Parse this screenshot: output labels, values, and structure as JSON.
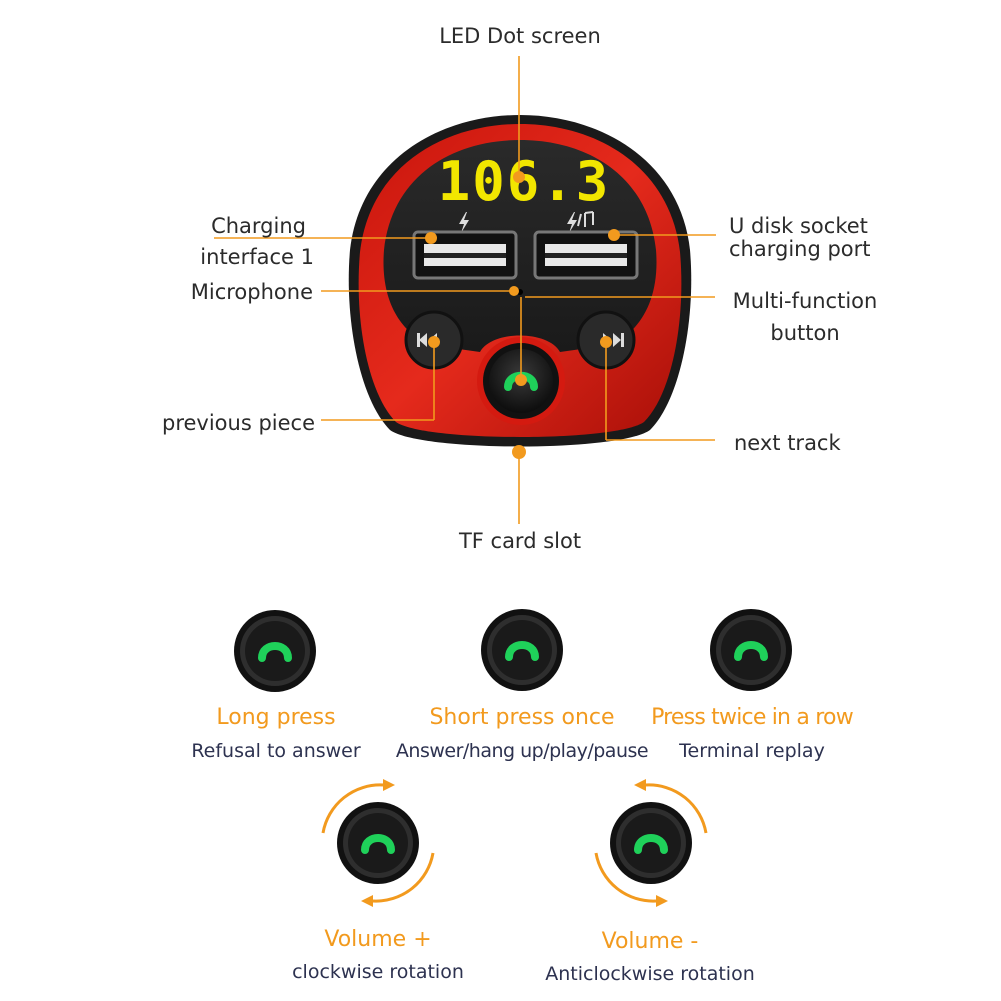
{
  "device": {
    "display_value": "106.3",
    "display_color": "#f2e600",
    "shell_color": "#e02418",
    "accent_color": "#f29a1e",
    "call_button_color": "#1fd15a",
    "usb_left_icon": "lightning-icon",
    "usb_right_icon": "lightning-music-icon"
  },
  "callouts": {
    "led_screen": "LED Dot screen",
    "charging_interface_line1": "Charging",
    "charging_interface_line2": "interface 1",
    "microphone": "Microphone",
    "previous": "previous piece",
    "usb_disk_line1": "U disk socket",
    "usb_disk_line2": "charging port",
    "multifunction_line1": "Multi-function",
    "multifunction_line2": "button",
    "next": "next track",
    "tf_card": "TF card slot"
  },
  "modes": [
    {
      "title": "Long press",
      "description": "Refusal to answer"
    },
    {
      "title": "Short press once",
      "description": "Answer/hang up/play/pause"
    },
    {
      "title": "Press twice in a row",
      "description": "Terminal replay"
    }
  ],
  "rotations": [
    {
      "title": "Volume +",
      "description": "clockwise rotation",
      "direction": "clockwise"
    },
    {
      "title": "Volume -",
      "description": "Anticlockwise rotation",
      "direction": "anticlockwise"
    }
  ]
}
